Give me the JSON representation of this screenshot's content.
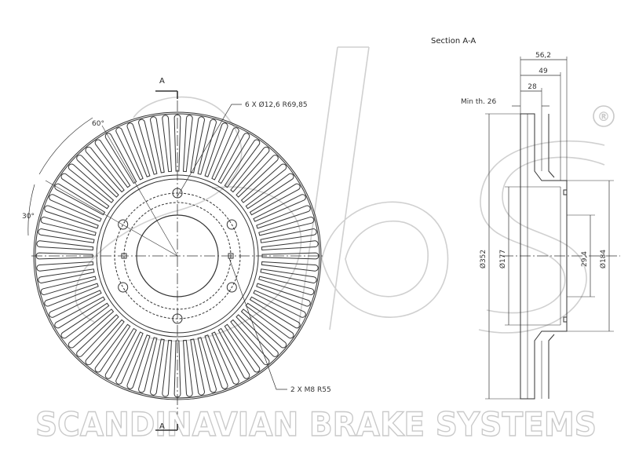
{
  "watermark": {
    "brand": "sbs",
    "registered": "®",
    "tagline": "SCANDINAVIAN BRAKE SYSTEMS"
  },
  "front_view": {
    "section_marker_top": "A",
    "section_marker_bottom": "A",
    "angle_60": "60°",
    "angle_30": "30°",
    "bolt_holes_callout": "6 X Ø12,6   R69,85",
    "thread_callout": "2 X M8   R55"
  },
  "section_view": {
    "title": "Section A-A",
    "dim_total_width": "56,2",
    "dim_hat_width": "49",
    "dim_disc_thickness": "28",
    "min_thickness": "Min th. 26",
    "dim_outer_diameter": "Ø352",
    "dim_hat_diameter": "Ø177",
    "dim_center_bore": "29,4",
    "dim_hub_diameter": "Ø184"
  },
  "colors": {
    "line": "#333333",
    "watermark": "#c9c9c9"
  }
}
